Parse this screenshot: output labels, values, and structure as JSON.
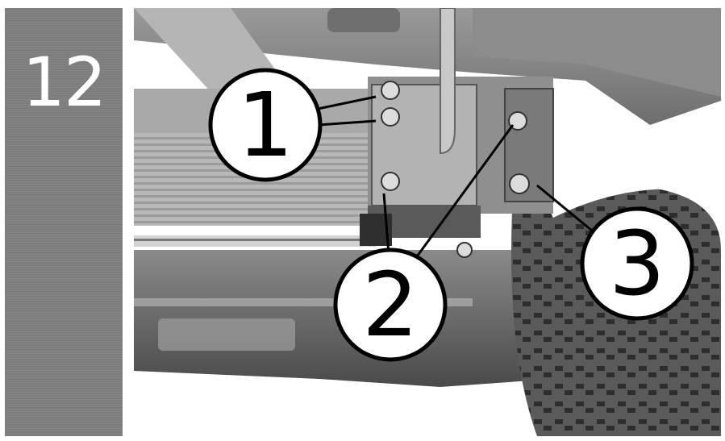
{
  "step": {
    "number": "12"
  },
  "photo": {
    "callouts": [
      {
        "label": "1"
      },
      {
        "label": "2"
      },
      {
        "label": "3"
      }
    ]
  },
  "colors": {
    "panel": "#7d7d7d",
    "callout_fill": "#ffffff",
    "callout_stroke": "#000000"
  }
}
